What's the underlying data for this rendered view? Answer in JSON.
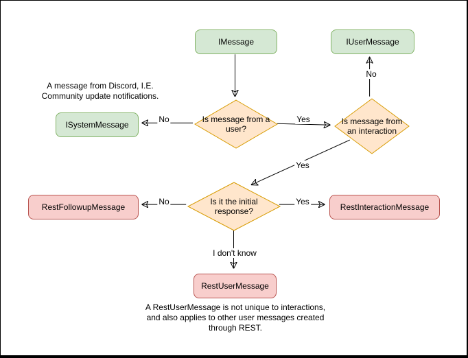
{
  "diagram": {
    "nodes": {
      "imessage": {
        "label": "IMessage",
        "kind": "class",
        "color_role": "green"
      },
      "iusermessage": {
        "label": "IUserMessage",
        "kind": "class",
        "color_role": "green"
      },
      "isystemmessage": {
        "label": "ISystemMessage",
        "kind": "class",
        "color_role": "green"
      },
      "decision_user": {
        "label": "Is message from a user?",
        "kind": "decision",
        "color_role": "orange"
      },
      "decision_interaction": {
        "label": "Is message from an interaction",
        "kind": "decision",
        "color_role": "orange"
      },
      "decision_initial": {
        "label": "Is it the initial response?",
        "kind": "decision",
        "color_role": "orange"
      },
      "restfollowup": {
        "label": "RestFollowupMessage",
        "kind": "class",
        "color_role": "red"
      },
      "restinteraction": {
        "label": "RestInteractionMessage",
        "kind": "class",
        "color_role": "red"
      },
      "restuser": {
        "label": "RestUserMessage",
        "kind": "class",
        "color_role": "red"
      }
    },
    "edges": {
      "user_q_no": {
        "label": "No",
        "from": "decision_user",
        "to": "isystemmessage"
      },
      "user_q_yes": {
        "label": "Yes",
        "from": "decision_user",
        "to": "decision_interaction"
      },
      "interaction_q_no": {
        "label": "No",
        "from": "decision_interaction",
        "to": "iusermessage"
      },
      "interaction_q_yes": {
        "label": "Yes",
        "from": "decision_interaction",
        "to": "decision_initial"
      },
      "initial_q_no": {
        "label": "No",
        "from": "decision_initial",
        "to": "restfollowup"
      },
      "initial_q_yes": {
        "label": "Yes",
        "from": "decision_initial",
        "to": "restinteraction"
      },
      "initial_q_unknown": {
        "label": "I don't know",
        "from": "decision_initial",
        "to": "restuser"
      }
    },
    "annotations": {
      "system_note": "A message from Discord, I.E.\nCommunity update notifications.",
      "restuser_note": "A RestUserMessage is not unique to interactions,\nand also applies to other user messages created\nthrough REST."
    },
    "colors": {
      "green_fill": "#d5e8d4",
      "green_border": "#82b366",
      "orange_fill": "#ffe6cc",
      "orange_border": "#d79b00",
      "red_fill": "#f8cecc",
      "red_border": "#b85450",
      "arrow": "#000000",
      "background": "#ffffff"
    }
  }
}
